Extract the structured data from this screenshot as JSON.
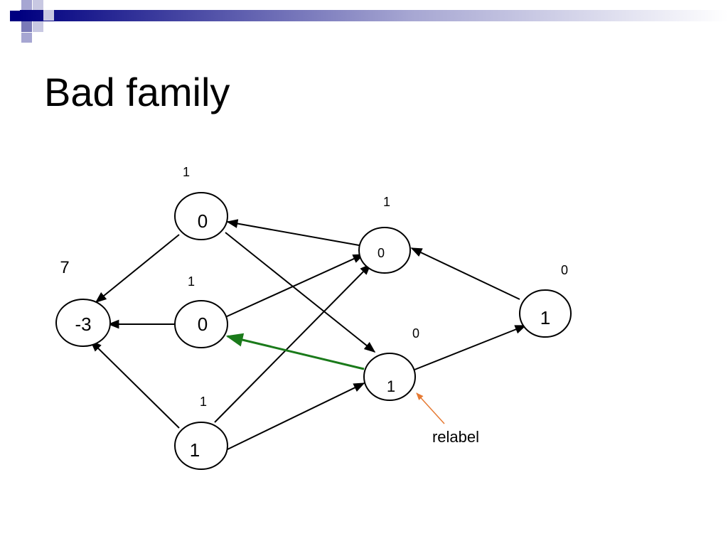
{
  "slide": {
    "title": "Bad family"
  },
  "colors": {
    "header_dark": "#000080",
    "header_mid": "#5a5aa8",
    "header_light": "#a6a6d2",
    "edge": "#000000",
    "highlight_edge": "#1a7a1a",
    "annotation_arrow": "#e67a33"
  },
  "graph": {
    "nodes": [
      {
        "id": "source",
        "label": "-3",
        "height_label": "7"
      },
      {
        "id": "top",
        "label": "0",
        "height_label": "1"
      },
      {
        "id": "middle",
        "label": "0",
        "height_label": "1"
      },
      {
        "id": "bottom",
        "label": "1",
        "height_label": "1"
      },
      {
        "id": "upper-right",
        "label": "0",
        "height_label": "1"
      },
      {
        "id": "lower-right",
        "label": "1",
        "height_label": "0"
      },
      {
        "id": "sink",
        "label": "1",
        "height_label": "0"
      }
    ],
    "edges": [
      {
        "from": "top",
        "to": "source",
        "highlighted": false
      },
      {
        "from": "middle",
        "to": "source",
        "highlighted": false
      },
      {
        "from": "bottom",
        "to": "source",
        "highlighted": false
      },
      {
        "from": "top",
        "to": "lower-right",
        "highlighted": false
      },
      {
        "from": "middle",
        "to": "upper-right",
        "highlighted": false
      },
      {
        "from": "bottom",
        "to": "upper-right",
        "highlighted": false
      },
      {
        "from": "bottom",
        "to": "lower-right",
        "highlighted": false
      },
      {
        "from": "upper-right",
        "to": "top",
        "highlighted": false
      },
      {
        "from": "lower-right",
        "to": "middle",
        "highlighted": true
      },
      {
        "from": "lower-right",
        "to": "sink",
        "highlighted": false
      },
      {
        "from": "sink",
        "to": "upper-right",
        "highlighted": false
      }
    ],
    "annotation": {
      "text": "relabel",
      "target": "lower-right"
    }
  }
}
